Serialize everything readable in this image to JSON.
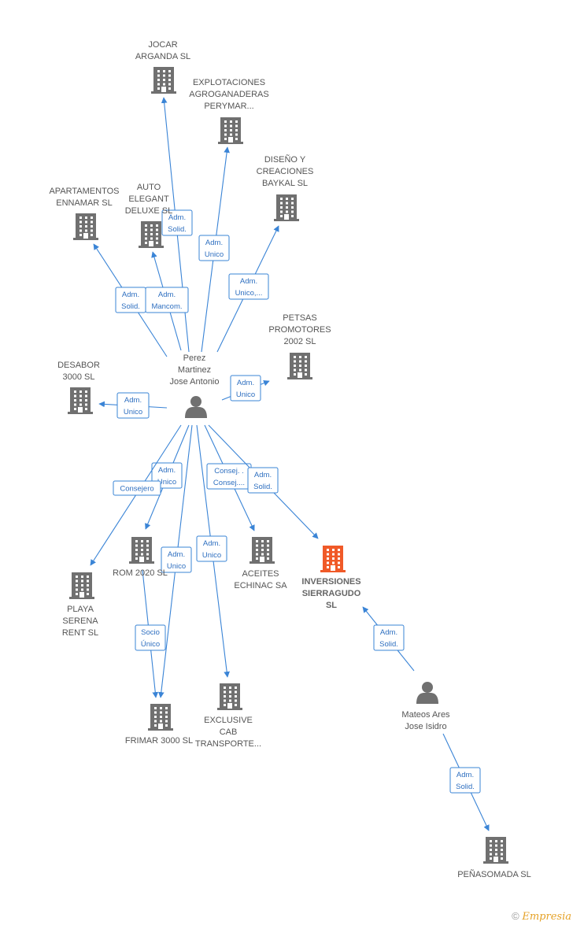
{
  "colors": {
    "edge": "#3a84d6",
    "building": "#707070",
    "building_focus": "#f05a28",
    "person": "#707070"
  },
  "nodes": [
    {
      "id": "perez",
      "type": "person",
      "label": [
        "Perez",
        "Martinez",
        "Jose Antonio"
      ]
    },
    {
      "id": "mateos",
      "type": "person",
      "label": [
        "Mateos Ares",
        "Jose Isidro"
      ]
    },
    {
      "id": "jocar",
      "type": "company",
      "label": [
        "JOCAR",
        "ARGANDA  SL"
      ]
    },
    {
      "id": "explot",
      "type": "company",
      "label": [
        "EXPLOTACIONES",
        "AGROGANADERAS",
        "PERYMAR..."
      ]
    },
    {
      "id": "diseno",
      "type": "company",
      "label": [
        "DISEÑO Y",
        "CREACIONES",
        "BAYKAL  SL"
      ]
    },
    {
      "id": "apart",
      "type": "company",
      "label": [
        "APARTAMENTOS",
        "ENNAMAR SL"
      ]
    },
    {
      "id": "auto",
      "type": "company",
      "label": [
        "AUTO",
        "ELEGANT",
        "DELUXE  SL"
      ]
    },
    {
      "id": "petsas",
      "type": "company",
      "label": [
        "PETSAS",
        "PROMOTORES",
        "2002 SL"
      ]
    },
    {
      "id": "desabor",
      "type": "company",
      "label": [
        "DESABOR",
        "3000 SL"
      ]
    },
    {
      "id": "rom",
      "type": "company",
      "label": [
        "ROM 2020 SL"
      ]
    },
    {
      "id": "aceites",
      "type": "company",
      "label": [
        "ACEITES",
        "ECHINAC SA"
      ]
    },
    {
      "id": "inversiones",
      "type": "company",
      "focus": true,
      "label": [
        "INVERSIONES",
        "SIERRAGUDO",
        "SL"
      ]
    },
    {
      "id": "playa",
      "type": "company",
      "label": [
        "PLAYA",
        "SERENA",
        "RENT  SL"
      ]
    },
    {
      "id": "frimar",
      "type": "company",
      "label": [
        "FRIMAR 3000 SL"
      ]
    },
    {
      "id": "exclusive",
      "type": "company",
      "label": [
        "EXCLUSIVE",
        "CAB",
        "TRANSPORTE..."
      ]
    },
    {
      "id": "penasomada",
      "type": "company",
      "label": [
        "PEÑASOMADA SL"
      ]
    }
  ],
  "edges": [
    {
      "from": "perez",
      "to": "jocar",
      "label": [
        "Adm.",
        "Solid."
      ]
    },
    {
      "from": "perez",
      "to": "explot",
      "label": [
        "Adm.",
        "Unico"
      ]
    },
    {
      "from": "perez",
      "to": "diseno",
      "label": [
        "Adm.",
        "Unico,..."
      ]
    },
    {
      "from": "perez",
      "to": "apart",
      "label": [
        "Adm.",
        "Solid."
      ]
    },
    {
      "from": "perez",
      "to": "auto",
      "label": [
        "Adm.",
        "Mancom."
      ]
    },
    {
      "from": "perez",
      "to": "petsas",
      "label": [
        "Adm.",
        "Unico"
      ]
    },
    {
      "from": "perez",
      "to": "desabor",
      "label": [
        "Adm.",
        "Unico"
      ]
    },
    {
      "from": "perez",
      "to": "rom",
      "label": [
        "Adm.",
        "Unico"
      ]
    },
    {
      "from": "perez",
      "to": "playa",
      "label": [
        "Consejero"
      ]
    },
    {
      "from": "perez",
      "to": "aceites",
      "label": [
        "Consej. .",
        "Consej...."
      ]
    },
    {
      "from": "perez",
      "to": "inversiones",
      "label": [
        "Adm.",
        "Solid."
      ]
    },
    {
      "from": "perez",
      "to": "frimar",
      "label": [
        "Adm.",
        "Unico"
      ]
    },
    {
      "from": "perez",
      "to": "exclusive",
      "label": [
        "Adm.",
        "Unico"
      ]
    },
    {
      "from": "rom",
      "to": "frimar",
      "label": [
        "Socio",
        "Único"
      ]
    },
    {
      "from": "mateos",
      "to": "inversiones",
      "label": [
        "Adm.",
        "Solid."
      ]
    },
    {
      "from": "mateos",
      "to": "penasomada",
      "label": [
        "Adm.",
        "Solid."
      ]
    }
  ],
  "footer": {
    "copyright": "©",
    "brand": "Empresia"
  }
}
